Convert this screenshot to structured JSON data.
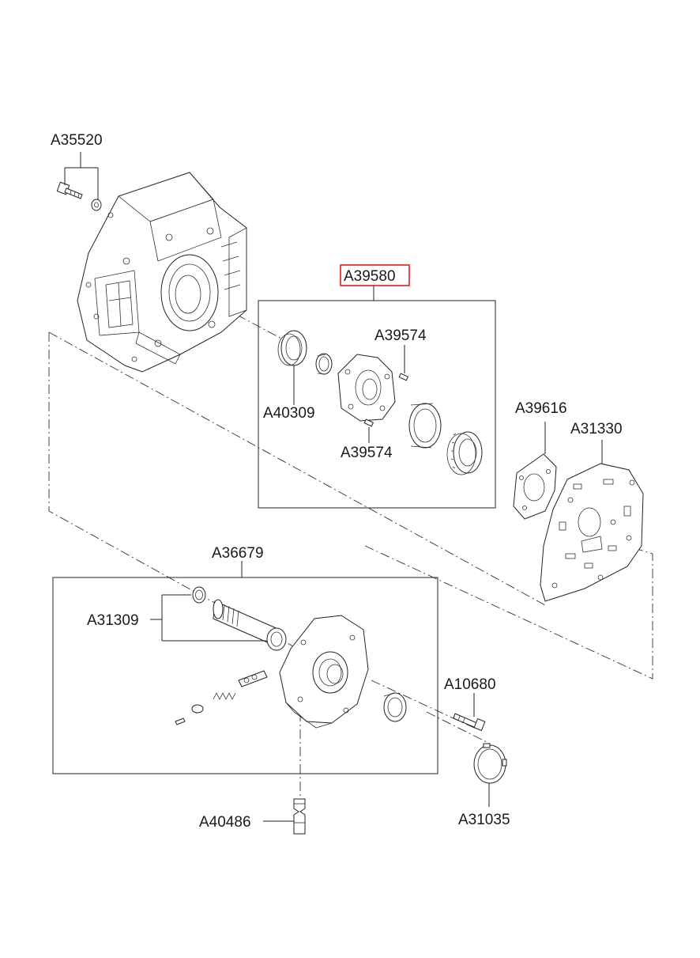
{
  "labels": {
    "a35520": "A35520",
    "a39580": "A39580",
    "a39574_top": "A39574",
    "a40309": "A40309",
    "a39574_bottom": "A39574",
    "a39616": "A39616",
    "a31330": "A31330",
    "a36679": "A36679",
    "a31309": "A31309",
    "a10680": "A10680",
    "a31035": "A31035",
    "a40486": "A40486"
  },
  "highlight": {
    "label": "A39580",
    "color": "#e02020"
  }
}
